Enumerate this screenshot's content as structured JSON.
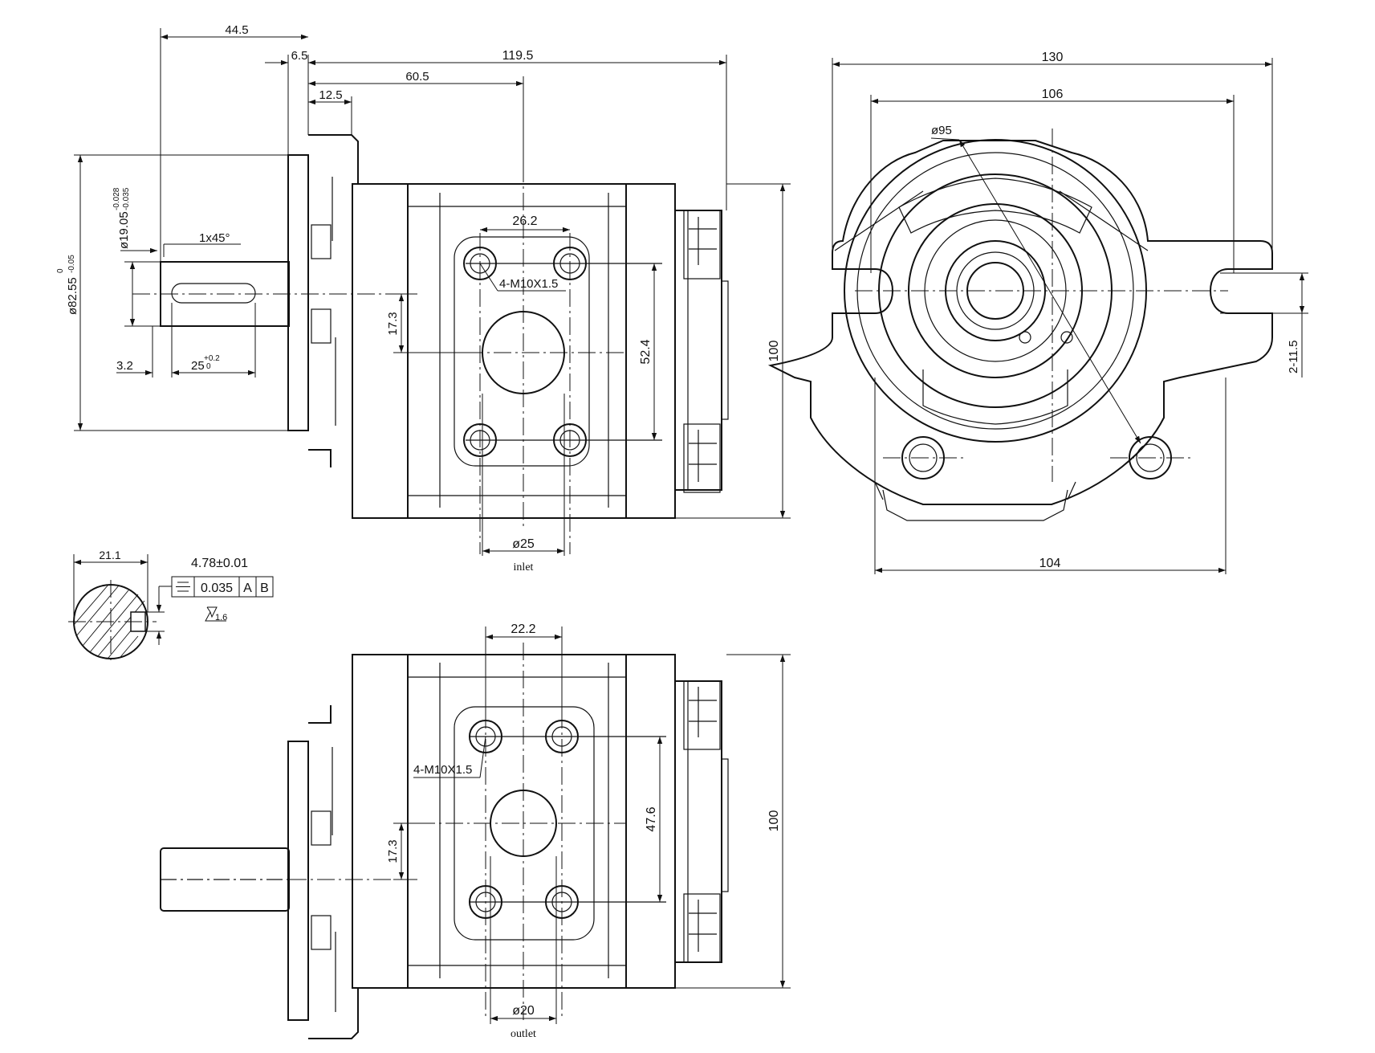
{
  "colors": {
    "line": "#111111",
    "background": "#ffffff"
  },
  "side_view": {
    "dims": {
      "d44_5": "44.5",
      "d6_5": "6.5",
      "d119_5": "119.5",
      "d60_5": "60.5",
      "d12_5": "12.5",
      "d26_2": "26.2",
      "chamfer": "1x45°",
      "bolt": "4-M10X1.5",
      "d17_3": "17.3",
      "d52_4": "52.4",
      "d100": "100",
      "d3_2": "3.2",
      "keyway_len": "25",
      "keyway_tol_upper": "+0.2",
      "keyway_tol_lower": "0",
      "shaft_dia": "ø19.05",
      "shaft_tol_upper": "-0.028",
      "shaft_tol_lower": "-0.035",
      "pilot_dia": "ø82.55",
      "pilot_tol_upper": "0",
      "pilot_tol_lower": "-0.05",
      "port_dia": "ø25"
    },
    "port_label": "inlet"
  },
  "front_view": {
    "dims": {
      "d130": "130",
      "d106": "106",
      "bolt_circle": "ø95",
      "d104": "104",
      "slot": "2-11.5"
    }
  },
  "key_section": {
    "width": "21.1",
    "key_height": "4.78±0.01",
    "tolerance_frame": [
      "0.035",
      "A",
      "B"
    ],
    "roughness": "1.6"
  },
  "bottom_view": {
    "dims": {
      "d22_2": "22.2",
      "bolt": "4-M10X1.5",
      "d17_3": "17.3",
      "d47_6": "47.6",
      "d100": "100",
      "port_dia": "ø20"
    },
    "port_label": "outlet"
  }
}
